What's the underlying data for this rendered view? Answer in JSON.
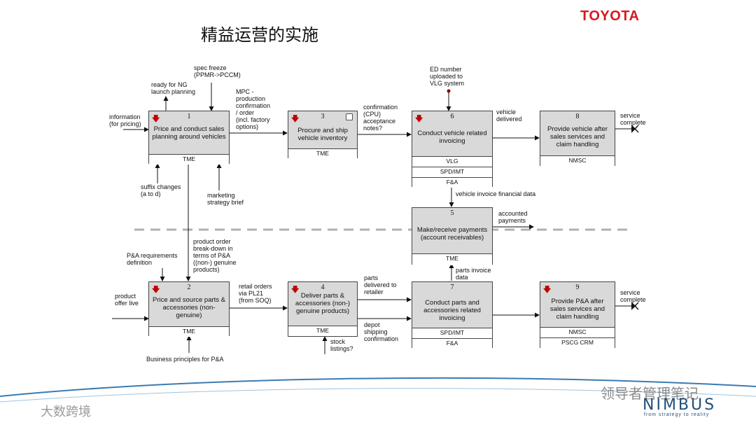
{
  "header": {
    "title": "精益运营的实施",
    "brand": "TOYOTA"
  },
  "boxes": {
    "b1": {
      "num": "1",
      "label": "Price and conduct sales planning around vehicles",
      "subs": [
        "TME"
      ]
    },
    "b3": {
      "num": "3",
      "label": "Procure and ship vehicle inventory",
      "subs": [
        "TME"
      ]
    },
    "b6": {
      "num": "6",
      "label": "Conduct vehicle related invoicing",
      "subs": [
        "VLG",
        "SPD/IMT",
        "F&A"
      ]
    },
    "b8": {
      "num": "8",
      "label": "Provide vehicle after sales services and claim handling",
      "subs": [
        "NMSC"
      ]
    },
    "b5": {
      "num": "5",
      "label": "Make/receive payments (account receivables)",
      "subs": [
        "TME"
      ]
    },
    "b2": {
      "num": "2",
      "label": "Price and source parts & accessories (non-genuine)",
      "subs": [
        "TME"
      ]
    },
    "b4": {
      "num": "4",
      "label": "Deliver parts & accessories (non-) genuine products)",
      "subs": [
        "TME"
      ]
    },
    "b7": {
      "num": "7",
      "label": "Conduct parts and accessories related invoicing",
      "subs": [
        "SPD/IMT",
        "F&A"
      ]
    },
    "b9": {
      "num": "9",
      "label": "Provide P&A after sales services and claim handling",
      "subs": [
        "NMSC",
        "PSCG CRM"
      ]
    }
  },
  "labels": {
    "spec_freeze": "spec freeze\n(PPMR->PCCM)",
    "ready_ng": "ready for NG\nlaunch planning",
    "information": "information\n(for pricing)",
    "mpc": "MPC -\nproduction\nconfirmation\n/ order\n(incl. factory\noptions)",
    "confirmation": "confirmation\n(CPU)\nacceptance\nnotes?",
    "ed_number": "ED number\nuploaded to\nVLG system",
    "vehicle_delivered": "vehicle\ndelivered",
    "service_complete_1": "service\ncomplete",
    "suffix_changes": "suffix changes\n(a to d)",
    "marketing": "marketing\nstrategy brief",
    "vehicle_invoice": "vehicle invoice financial data",
    "accounted_payments": "accounted\npayments",
    "product_order": "product order\nbreak-down in\nterms of P&A\n((non-) genuine\nproducts)",
    "pa_requirements": "P&A requirements\ndefinition",
    "parts_invoice": "parts invoice\ndata",
    "product_offer": "product\noffer live",
    "retail_orders": "retail orders\nvia PL21\n(from SOQ)",
    "parts_delivered": "parts\ndelivered to\nretailer",
    "depot_shipping": "depot\nshipping\nconfirmation",
    "service_complete_2": "service\ncomplete",
    "stock_listings": "stock\nlistings?",
    "business_principles": "Business principles for P&A"
  },
  "footer": {
    "watermark_left": "大数跨境",
    "watermark_right": "领导者管理笔记",
    "nimbus": "NIMBUS",
    "nimbus_tagline": "from strategy to reality"
  },
  "colors": {
    "brand_red": "#d71920",
    "box_fill": "#d9d9d9",
    "nimbus_blue": "#1f4f7a",
    "dashed_line": "#b0b0b0"
  }
}
